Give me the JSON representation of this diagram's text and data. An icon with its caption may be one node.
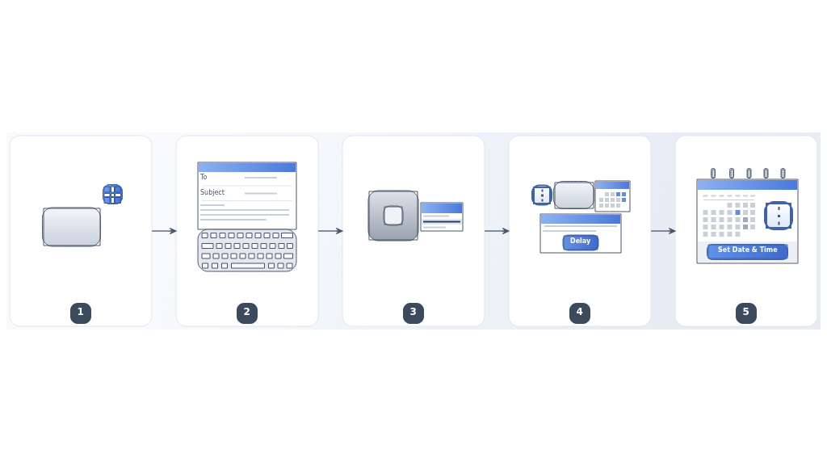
{
  "diagram": {
    "nodes": [
      {
        "text": [
          "1"
        ]
      },
      {
        "text": [
          "To",
          "Subject",
          "2"
        ]
      },
      {
        "text": [
          "3"
        ]
      },
      {
        "text": [
          "Delay",
          "4"
        ]
      },
      {
        "text": [
          "Set Date & Time",
          "5"
        ]
      }
    ],
    "edges": [
      {
        "from": 0,
        "to": 1,
        "arrow": "to"
      },
      {
        "from": 1,
        "to": 2,
        "arrow": "to"
      },
      {
        "from": 2,
        "to": 3,
        "arrow": "to"
      },
      {
        "from": 3,
        "to": 4,
        "arrow": "to"
      }
    ]
  }
}
